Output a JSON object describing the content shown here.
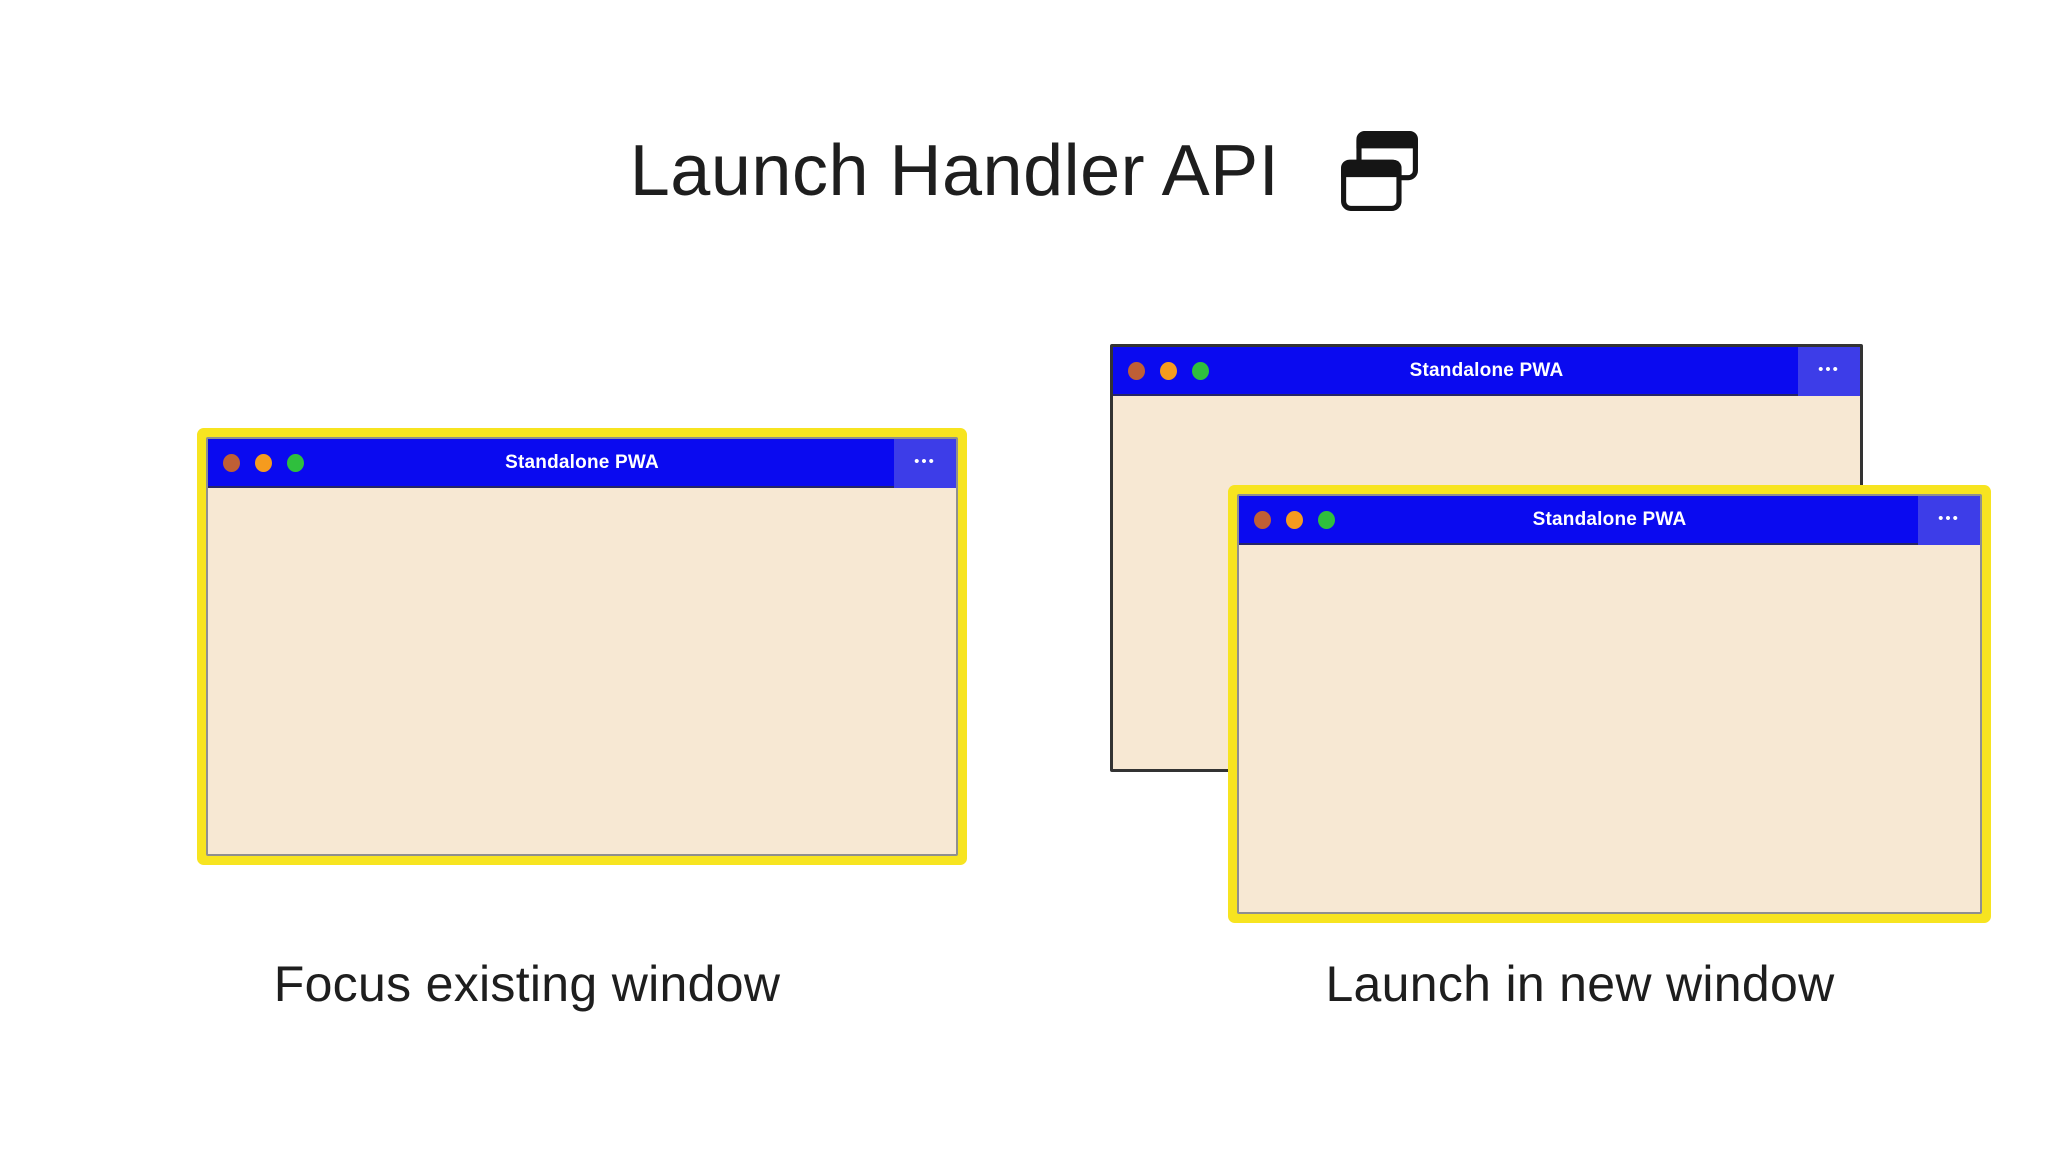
{
  "title": {
    "text": "Launch Handler API",
    "icon": "overlapping-windows-icon"
  },
  "windows": {
    "focused": {
      "title": "Standalone PWA",
      "ellipsis": "•••",
      "highlighted": true
    },
    "back": {
      "title": "Standalone PWA",
      "ellipsis": "•••",
      "highlighted": false
    },
    "front": {
      "title": "Standalone PWA",
      "ellipsis": "•••",
      "highlighted": true
    }
  },
  "captions": {
    "left": "Focus existing window",
    "right": "Launch in new window"
  },
  "colors": {
    "titlebar_blue": "#0a0af0",
    "titlebar_button_blue": "#3d3de8",
    "content_cream": "#f7e8d3",
    "highlight_yellow": "#f7e420",
    "window_border_dark": "#333333",
    "window_border_gray": "#8f8f8f",
    "dot_red": "#bf5f35",
    "dot_orange": "#f59b1e",
    "dot_green": "#2fbf3d",
    "text_dark": "#1e1e1e"
  }
}
